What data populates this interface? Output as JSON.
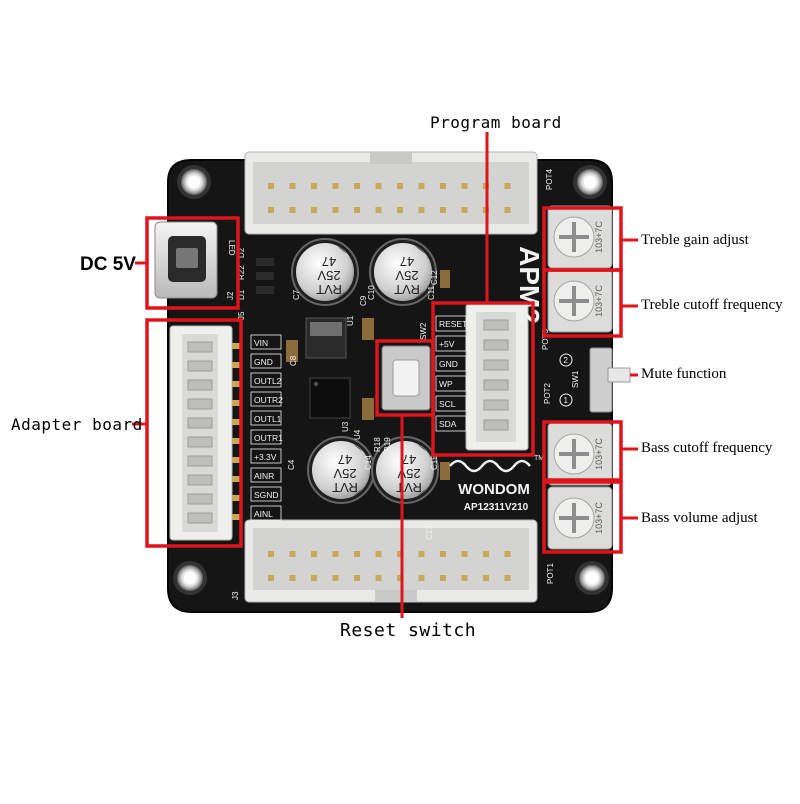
{
  "callouts": {
    "program_board": "Program board",
    "dc_5v": "DC 5V",
    "adapter_board": "Adapter board",
    "reset_switch": "Reset switch",
    "treble_gain": "Treble gain adjust",
    "treble_cutoff": "Treble cutoff frequency",
    "mute": "Mute function",
    "bass_cutoff": "Bass cutoff frequency",
    "bass_volume": "Bass volume adjust"
  },
  "board": {
    "model": "APM2",
    "brand": "WONDOM",
    "part_number": "AP12311V210",
    "usb_label": "LED",
    "usb_ref": "J2",
    "silk_refs": [
      "D1",
      "R22",
      "D2",
      "J5",
      "U1",
      "C7",
      "C8",
      "U3",
      "C9",
      "C10",
      "C11",
      "C12",
      "C13",
      "C14",
      "C15",
      "C4",
      "R18",
      "R19",
      "SW2",
      "U4",
      "J3",
      "POT1",
      "POT2",
      "POT3",
      "POT4",
      "SW1"
    ],
    "left_header_pins": [
      "VIN",
      "GND",
      "OUTL2",
      "OUTR2",
      "OUTL1",
      "OUTR1",
      "+3.3V",
      "AINR",
      "SGND",
      "AINL"
    ],
    "right_header_pins": [
      "RESET",
      "+5V",
      "GND",
      "WP",
      "SCL",
      "SDA"
    ],
    "cap_text": [
      "47",
      "25V",
      "RVT"
    ],
    "pot_text": "103+7C",
    "tm_mark": "TM",
    "pot_markers": [
      "1",
      "2"
    ]
  },
  "colors": {
    "callout_red": "#e0141b",
    "pcb_black": "#151515",
    "silk_white": "#f2f2f2",
    "connector_white": "#e9e9e7",
    "pot_white": "#dcdcda",
    "header_pin_gold": "#c8a85a"
  }
}
